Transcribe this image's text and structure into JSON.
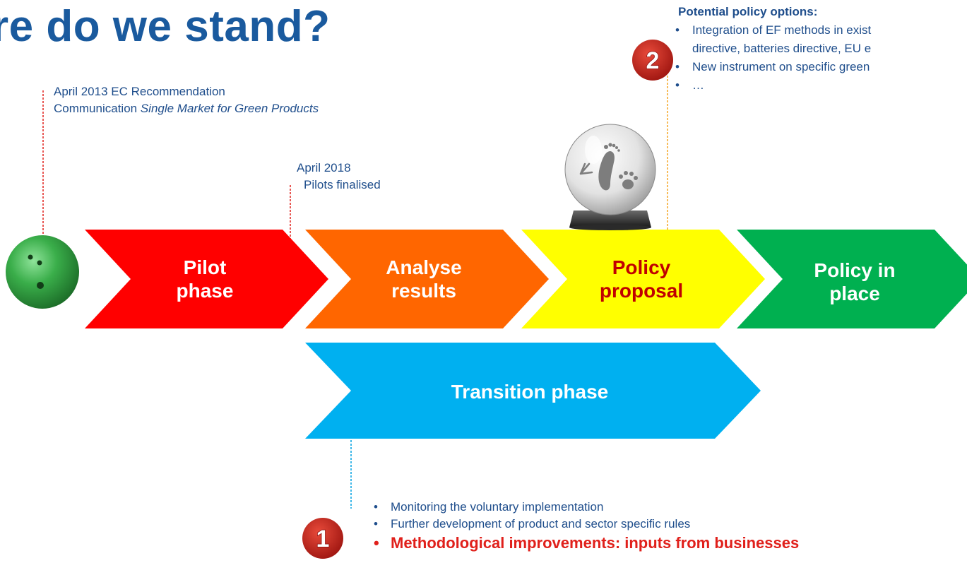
{
  "title": "re do we stand?",
  "milestones": {
    "first": {
      "line1": "April 2013 EC Recommendation",
      "line2_prefix": "Communication ",
      "line2_italic": "Single Market for Green Products"
    },
    "second": {
      "line1": "April 2018",
      "line2": "Pilots finalised"
    }
  },
  "phases": [
    {
      "line1": "Pilot",
      "line2": "phase",
      "color": "#ff0000",
      "text_color": "#ffffff"
    },
    {
      "line1": "Analyse",
      "line2": "results",
      "color": "#ff6600",
      "text_color": "#ffffff"
    },
    {
      "line1": "Policy",
      "line2": "proposal",
      "color": "#ffff00",
      "text_color": "#c00000"
    },
    {
      "line1": "Policy in",
      "line2": "place",
      "color": "#00b050",
      "text_color": "#ffffff"
    }
  ],
  "transition": {
    "label": "Transition phase",
    "color": "#00b0f0"
  },
  "policy_options": {
    "heading": "Potential policy options:",
    "items": [
      "Integration of EF methods in exist",
      "directive, batteries directive, EU e",
      "New instrument on specific green",
      "…"
    ]
  },
  "transition_actions": {
    "items": [
      "Monitoring the voluntary implementation",
      "Further development of product and sector specific rules"
    ],
    "highlight": "Methodological improvements: inputs from businesses"
  },
  "badges": {
    "one": "1",
    "two": "2"
  },
  "colors": {
    "title": "#1a5a9e",
    "text": "#1f4e8c",
    "highlight": "#e0201b",
    "badge": "#c0201b",
    "ball": "#3aae4a"
  },
  "icons": [
    "bowling-ball-icon",
    "crystal-ball-icon",
    "footprint-icon",
    "badge-1-icon",
    "badge-2-icon"
  ]
}
